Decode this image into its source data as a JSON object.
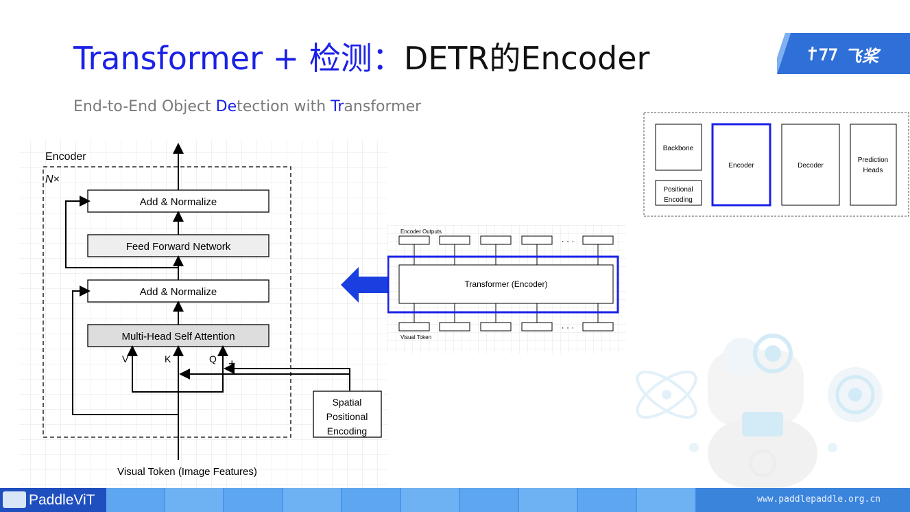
{
  "title": {
    "part1": "Transformer + 检测：",
    "part2": "DETR的Encoder"
  },
  "subtitle": {
    "prefix": "End-to-End Object ",
    "hl1": "De",
    "mid1": "tection with ",
    "hl2": "Tr",
    "suffix": "ansformer"
  },
  "logo": {
    "text": "飞桨"
  },
  "encoder_diagram": {
    "encoder_label": "Encoder",
    "repeat_label": "N×",
    "add_norm_top": "Add & Normalize",
    "ffn": "Feed Forward Network",
    "add_norm_bottom": "Add & Normalize",
    "mhsa": "Multi-Head Self Attention",
    "v": "V",
    "k": "K",
    "q": "Q",
    "plus1": "+",
    "plus2": "+",
    "spe_line1": "Spatial",
    "spe_line2": "Positional",
    "spe_line3": "Encoding",
    "visual_token": "Visual Token (Image Features)"
  },
  "pipeline": {
    "backbone": "Backbone",
    "pos_line1": "Positional",
    "pos_line2": "Encoding",
    "encoder": "Encoder",
    "decoder": "Decoder",
    "pred_line1": "Prediction",
    "pred_line2": "Heads"
  },
  "transformer_panel": {
    "outputs_label": "Encoder Outputs",
    "center_label": "Transformer (Encoder)",
    "input_label": "Visual Token",
    "dots_top": "· · ·",
    "dots_bottom": "· · ·"
  },
  "footer": {
    "brand": "PaddleViT",
    "site": "www.paddlepaddle.org.cn"
  },
  "colors": {
    "accent_blue": "#1a20e6",
    "logo_blue": "#2f6fd8",
    "footer_blue": "#3f8fe6"
  }
}
